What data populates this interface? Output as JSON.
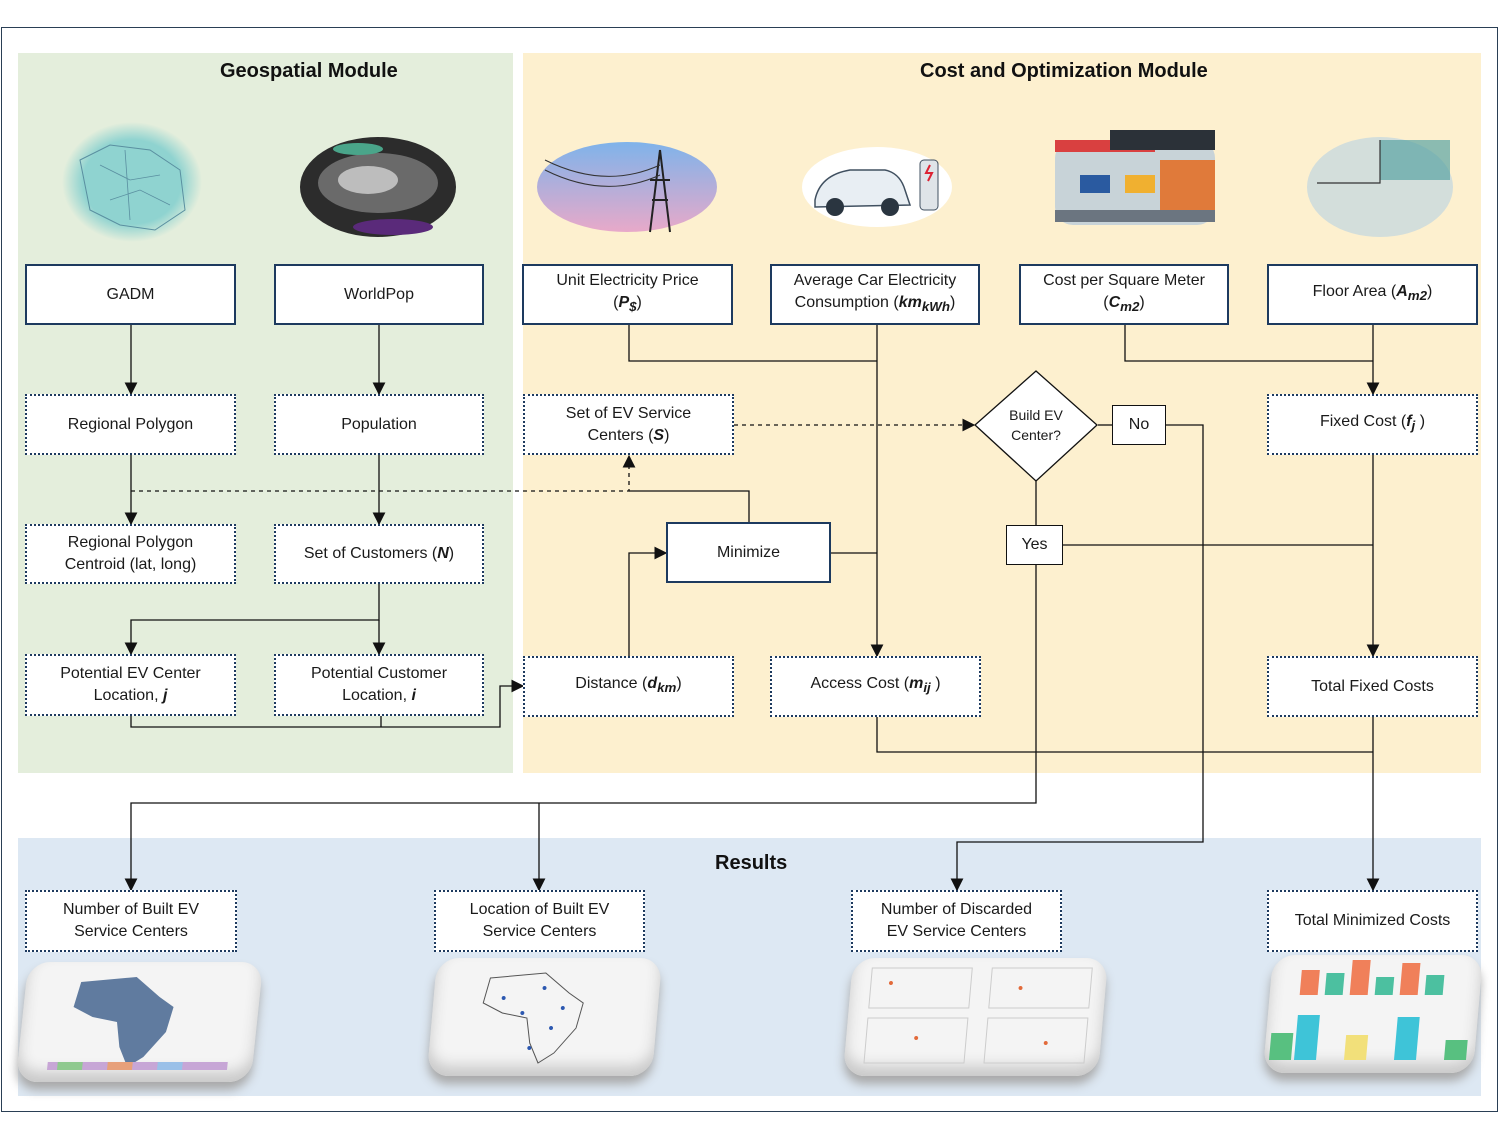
{
  "panels": {
    "geospatial": "Geospatial  Module",
    "cost": "Cost and Optimization Module",
    "results": "Results"
  },
  "images": {
    "gadm": "map-icon",
    "worldpop": "population-raster-icon",
    "electricity": "power-line-icon",
    "car": "ev-charging-car-icon",
    "service": "service-center-icon",
    "floor": "floor-plan-icon"
  },
  "boxes": {
    "gadm": "GADM",
    "worldpop": "WorldPop",
    "regional_polygon": "Regional Polygon",
    "population": "Population",
    "centroid_line1": "Regional Polygon",
    "centroid_line2": "Centroid (lat, long)",
    "customers": "Set of Customers (",
    "customers_sym": "N",
    "customers_end": ")",
    "potential_ev_line1": "Potential EV Center",
    "potential_ev_line2": "Location,",
    "potential_ev_sym": "j",
    "potential_cust_line1": "Potential Customer",
    "potential_cust_line2": "Location,",
    "potential_cust_sym": "i",
    "unit_price": "Unit Electricity Price",
    "unit_price_sym": "P",
    "unit_price_sub": "$",
    "avg_car_line1": "Average Car Electricity",
    "avg_car_line2": "Consumption (",
    "avg_car_sym": "km",
    "avg_car_sub": "kWh",
    "cost_sqm": "Cost per Square Meter",
    "cost_sqm_sym": "C",
    "cost_sqm_sub": "m2",
    "floor_area": "Floor Area (",
    "floor_area_sym": "A",
    "floor_area_sub": "m2",
    "set_ev_line1": "Set of EV Service",
    "set_ev_line2": "Centers (",
    "set_ev_sym": "S",
    "fixed_cost": "Fixed Cost (",
    "fixed_cost_sym": "f",
    "fixed_cost_sub": "j",
    "minimize": "Minimize",
    "distance": "Distance (",
    "distance_sym": "d",
    "distance_sub": "km",
    "access_cost": "Access Cost (",
    "access_cost_sym": "m",
    "access_cost_sub": "ij",
    "total_fixed": "Total Fixed Costs",
    "decision": "Build EV Center?",
    "no": "No",
    "yes": "Yes"
  },
  "results": {
    "num_built_line1": "Number of Built EV",
    "num_built_line2": "Service Centers",
    "loc_built_line1": "Location of Built EV",
    "loc_built_line2": "Service Centers",
    "num_discarded_line1": "Number of Discarded",
    "num_discarded_line2": "EV Service Centers",
    "total_min": "Total Minimized Costs"
  },
  "colors": {
    "geo_bg": "#e4eedc",
    "cost_bg": "#fdf0cf",
    "results_bg": "#dde8f3",
    "box_border": "#1d3a5f"
  }
}
